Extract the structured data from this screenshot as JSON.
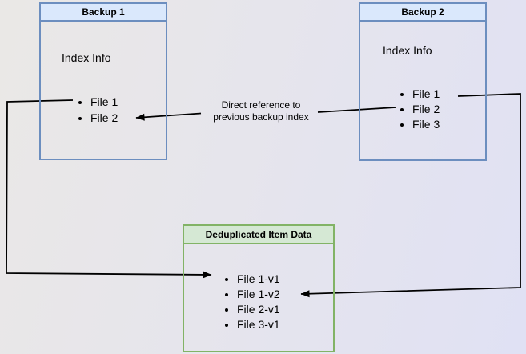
{
  "backup1": {
    "title": "Backup 1",
    "body_label": "Index Info",
    "files": [
      "File 1",
      "File 2"
    ]
  },
  "backup2": {
    "title": "Backup 2",
    "body_label": "Index Info",
    "files": [
      "File 1",
      "File 2",
      "File 3"
    ]
  },
  "dedup": {
    "title": "Deduplicated Item Data",
    "files": [
      "File 1-v1",
      "File 1-v2",
      "File 2-v1",
      "File 3-v1"
    ]
  },
  "annotation": {
    "line1": "Direct reference to",
    "line2": "previous backup index"
  },
  "colors": {
    "backup_header_fill": "#dae8fc",
    "backup_box_border": "#6c8ebf",
    "dedup_header_fill": "#d5e8d4",
    "dedup_box_border": "#82b366",
    "arrow_color": "#000000",
    "text_color": "#000000",
    "background_left": "#eae8e6",
    "background_right": "#e0e1f4"
  }
}
